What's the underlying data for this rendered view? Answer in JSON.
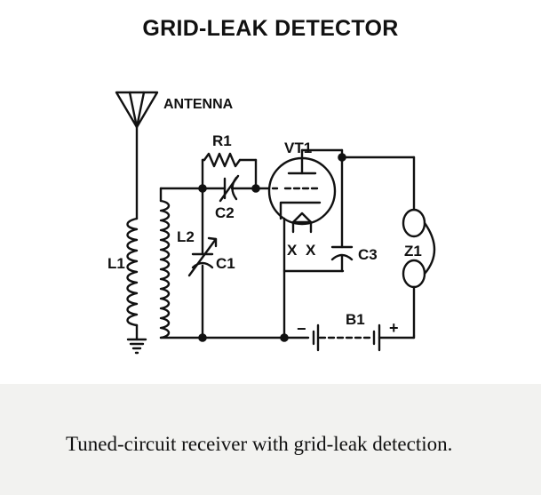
{
  "title": "GRID-LEAK DETECTOR",
  "labels": {
    "antenna": "ANTENNA",
    "r1": "R1",
    "vt1": "VT1",
    "c2": "C2",
    "l2": "L2",
    "c1": "C1",
    "l1": "L1",
    "x1": "X",
    "x2": "X",
    "c3": "C3",
    "z1": "Z1",
    "b1": "B1",
    "minus": "−",
    "plus": "+"
  },
  "caption": "Tuned-circuit receiver with grid-leak detection.",
  "colors": {
    "ink": "#111111",
    "caption_bg": "#f2f2f0"
  }
}
